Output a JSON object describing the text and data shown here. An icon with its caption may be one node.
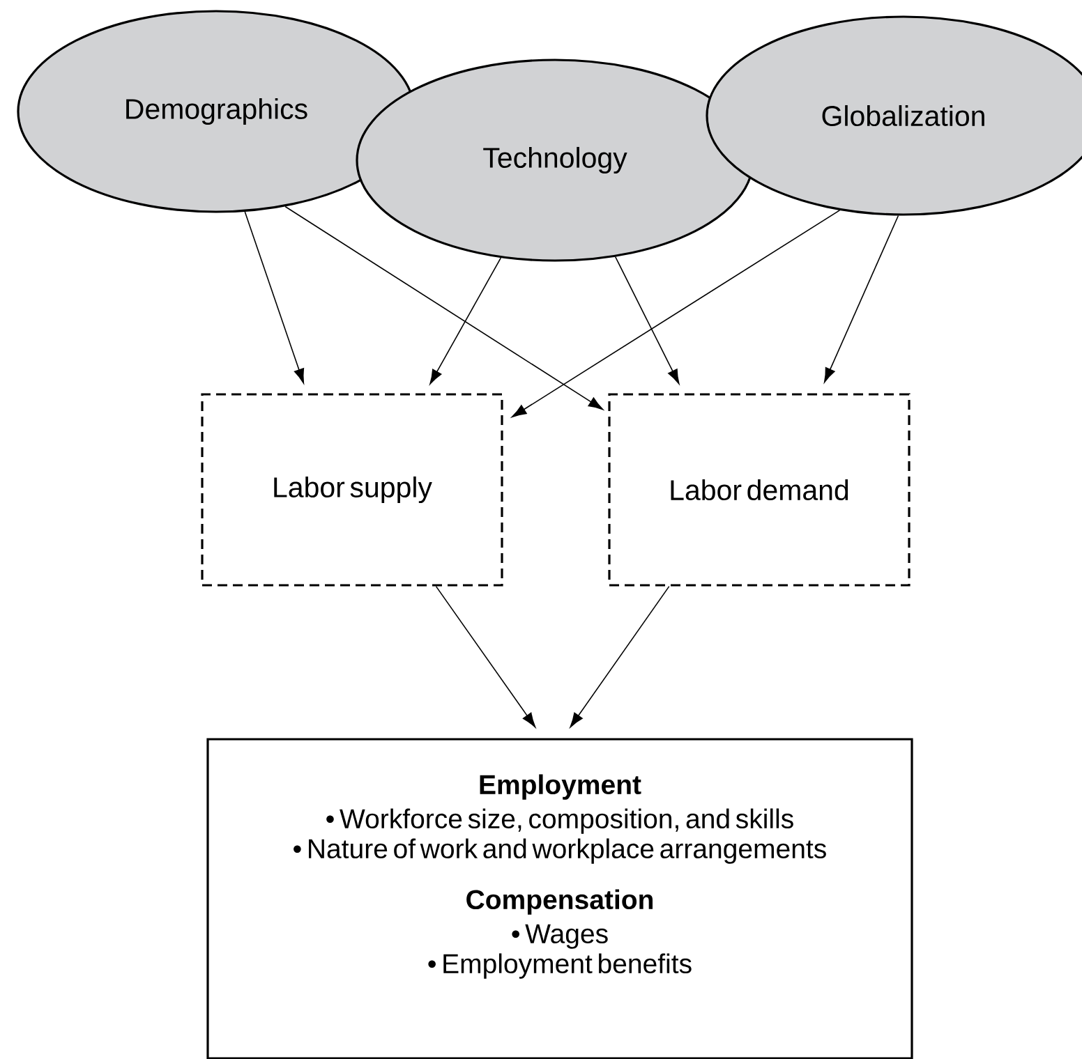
{
  "diagram": {
    "nodes": [
      {
        "text": [
          "Demographics"
        ]
      },
      {
        "text": [
          "Technology"
        ]
      },
      {
        "text": [
          "Globalization"
        ]
      },
      {
        "text": [
          "Labor supply"
        ]
      },
      {
        "text": [
          "Labor demand"
        ]
      },
      {
        "text": [
          "Employment",
          "• Workforce size, composition, and skills",
          "• Nature of work and workplace arrangements",
          "Compensation",
          "• Wages",
          "• Employment benefits"
        ]
      }
    ],
    "edges": [
      {
        "from": 0,
        "to": 3,
        "arrow": "to"
      },
      {
        "from": 0,
        "to": 4,
        "arrow": "to"
      },
      {
        "from": 1,
        "to": 3,
        "arrow": "to"
      },
      {
        "from": 1,
        "to": 4,
        "arrow": "to"
      },
      {
        "from": 2,
        "to": 3,
        "arrow": "to"
      },
      {
        "from": 2,
        "to": 4,
        "arrow": "to"
      },
      {
        "from": 3,
        "to": 5,
        "arrow": "to"
      },
      {
        "from": 4,
        "to": 5,
        "arrow": "to"
      }
    ]
  }
}
